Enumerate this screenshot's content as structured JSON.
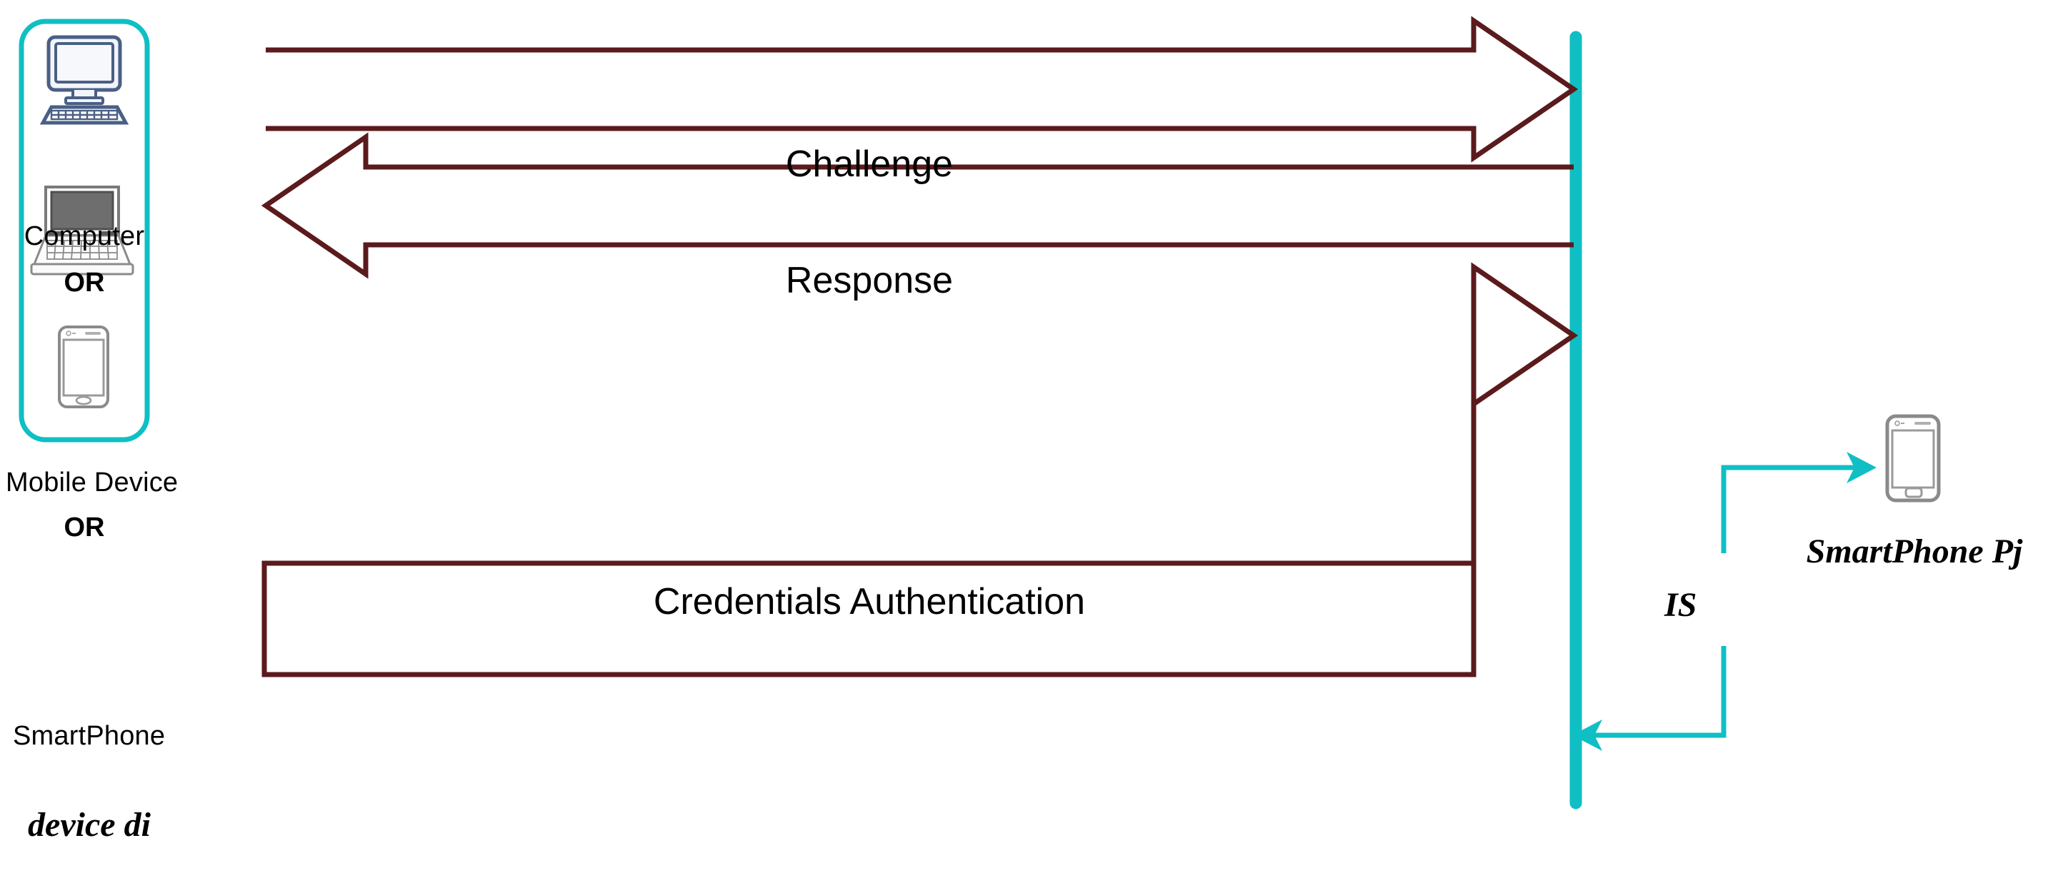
{
  "diagram": {
    "title": "Device authentication flow with Identity Service",
    "colors": {
      "teal": "#0FBFC4",
      "arrow_stroke": "#5B1A1C",
      "computer_icon": "#4A5F85",
      "device_icon_gray": "#6E6E6E",
      "text": "#000000",
      "background": "#FFFFFF"
    }
  },
  "device_box": {
    "caption": "device di",
    "items": [
      {
        "icon": "desktop-computer-icon",
        "label": "Computer"
      },
      {
        "separator": "OR"
      },
      {
        "icon": "laptop-icon",
        "label": "Mobile Device"
      },
      {
        "separator": "OR"
      },
      {
        "icon": "smartphone-icon",
        "label": "SmartPhone"
      }
    ],
    "or_labels": [
      "OR",
      "OR"
    ],
    "device_labels": [
      "Computer",
      "Mobile Device",
      "SmartPhone"
    ]
  },
  "flows": [
    {
      "id": "challenge",
      "label": "Challenge",
      "direction": "right"
    },
    {
      "id": "response",
      "label": "Response",
      "direction": "left"
    },
    {
      "id": "credentials",
      "label": "Credentials Authentication",
      "direction": "right"
    }
  ],
  "service": {
    "bar_label": "",
    "is_label": "IS"
  },
  "right_panel": {
    "phone_icon": "smartphone-icon",
    "phone_label": "SmartPhone Pj",
    "in_arrow": "teal-arrow-to-phone",
    "out_arrow": "teal-arrow-to-service"
  }
}
